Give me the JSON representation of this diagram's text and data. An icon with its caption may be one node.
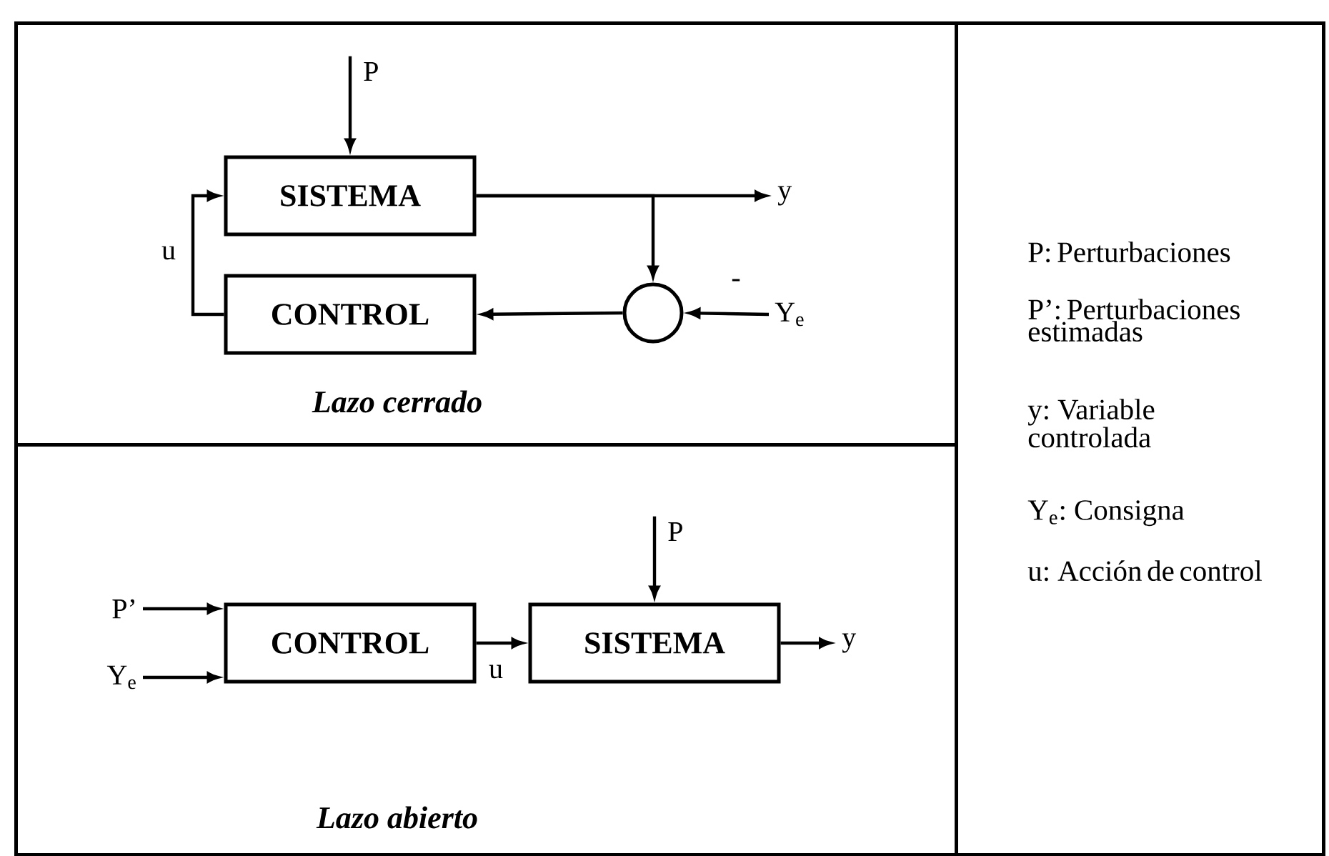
{
  "diagram": {
    "nodes": [
      {
        "text": [
          "Lazo cerrado"
        ]
      },
      {
        "text": [
          "SISTEMA"
        ],
        "in": 0
      },
      {
        "text": [
          "CONTROL"
        ],
        "in": 0
      },
      {
        "text": [],
        "shape": "circle",
        "in": 0
      },
      {
        "text": [
          "P"
        ],
        "in": 0
      },
      {
        "text": [
          "y"
        ],
        "in": 0
      },
      {
        "text": [
          "Y$_{e}$"
        ],
        "in": 0
      },
      {
        "text": [
          "Lazo abierto"
        ]
      },
      {
        "text": [
          "CONTROL"
        ],
        "in": 7
      },
      {
        "text": [
          "SISTEMA"
        ],
        "in": 7
      },
      {
        "text": [
          "P’"
        ],
        "in": 7
      },
      {
        "text": [
          "Y$_{e}$"
        ],
        "in": 7
      },
      {
        "text": [
          "P"
        ],
        "in": 7
      },
      {
        "text": [
          "y"
        ],
        "in": 7
      },
      {
        "text": [
          "P: Perturbaciones",
          "P’: Perturbaciones estimadas",
          "y: Variable controlada",
          "Y$_{e}$: Consigna",
          "u: Acción de control"
        ]
      }
    ],
    "edges": [
      {
        "from": 4,
        "to": 1,
        "arrow": "to"
      },
      {
        "from": 1,
        "to": 5,
        "arrow": "to"
      },
      {
        "from": 1,
        "to": 3,
        "arrow": "to"
      },
      {
        "from": 6,
        "to": 3,
        "arrow": "to",
        "label": "-"
      },
      {
        "from": 3,
        "to": 2,
        "arrow": "to"
      },
      {
        "from": 2,
        "to": 1,
        "arrow": "to",
        "label": "u"
      },
      {
        "from": 10,
        "to": 8,
        "arrow": "to"
      },
      {
        "from": 11,
        "to": 8,
        "arrow": "to"
      },
      {
        "from": 8,
        "to": 9,
        "arrow": "to",
        "label": "u"
      },
      {
        "from": 12,
        "to": 9,
        "arrow": "to"
      },
      {
        "from": 9,
        "to": 13,
        "arrow": "to"
      }
    ]
  }
}
